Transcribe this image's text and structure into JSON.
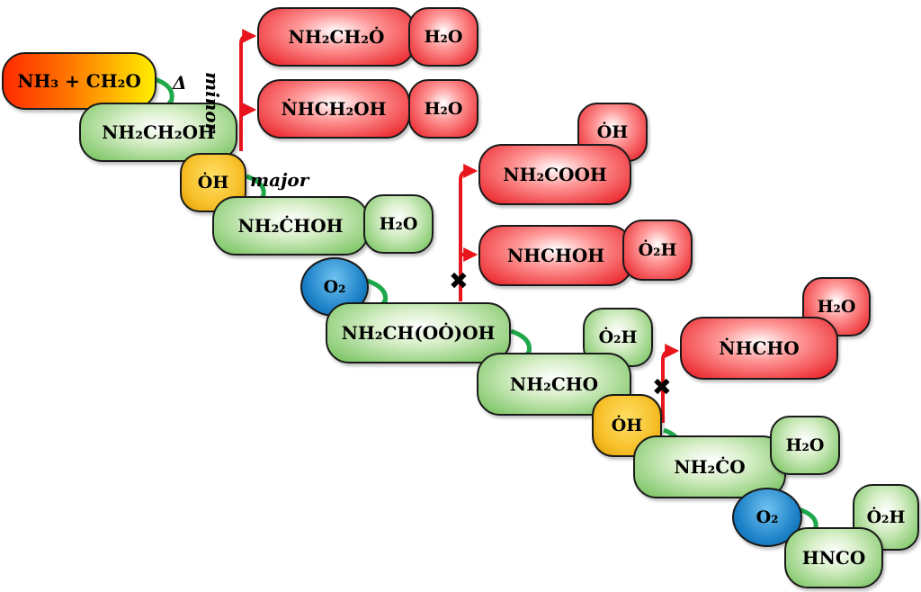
{
  "colors": {
    "green": "#6ebf55",
    "red": "#e8161c",
    "orange": "#f7c02a",
    "blue": "#1a7fc6",
    "arrow_green": "#1fa84a",
    "arrow_red": "#e8161c"
  },
  "species": {
    "nh3_ch2o": "NH₃ + CH₂O",
    "nh2ch2oh": "NH₂CH₂OH",
    "oh_1": "ȮH",
    "nh2ch2o_radical": "NH₂CH₂Ȯ",
    "h2o_1": "H₂O",
    "nhch2oh": "ṄHCH₂OH",
    "h2o_2": "H₂O",
    "nh2chohr": "NH₂ĊHOH",
    "h2o_3": "H₂O",
    "o2_1": "O₂",
    "nh2ch_oo_oh": "NH₂CH(OȮ)OH",
    "nh2cooh": "NH₂COOH",
    "oh_2": "ȮH",
    "nhchoh": "NHCHOH",
    "o2h_1": "Ȯ₂H",
    "o2h_2": "Ȯ₂H",
    "nh2cho": "NH₂CHO",
    "nhcho": "ṄHCHO",
    "h2o_4": "H₂O",
    "oh_3": "ȮH",
    "nh2co": "NH₂ĊO",
    "h2o_5": "H₂O",
    "o2_2": "O₂",
    "o2h_3": "Ȯ₂H",
    "hnco": "HNCO"
  },
  "labels": {
    "delta": "Δ",
    "minor": "minor",
    "major": "major",
    "blocked": "✖"
  }
}
